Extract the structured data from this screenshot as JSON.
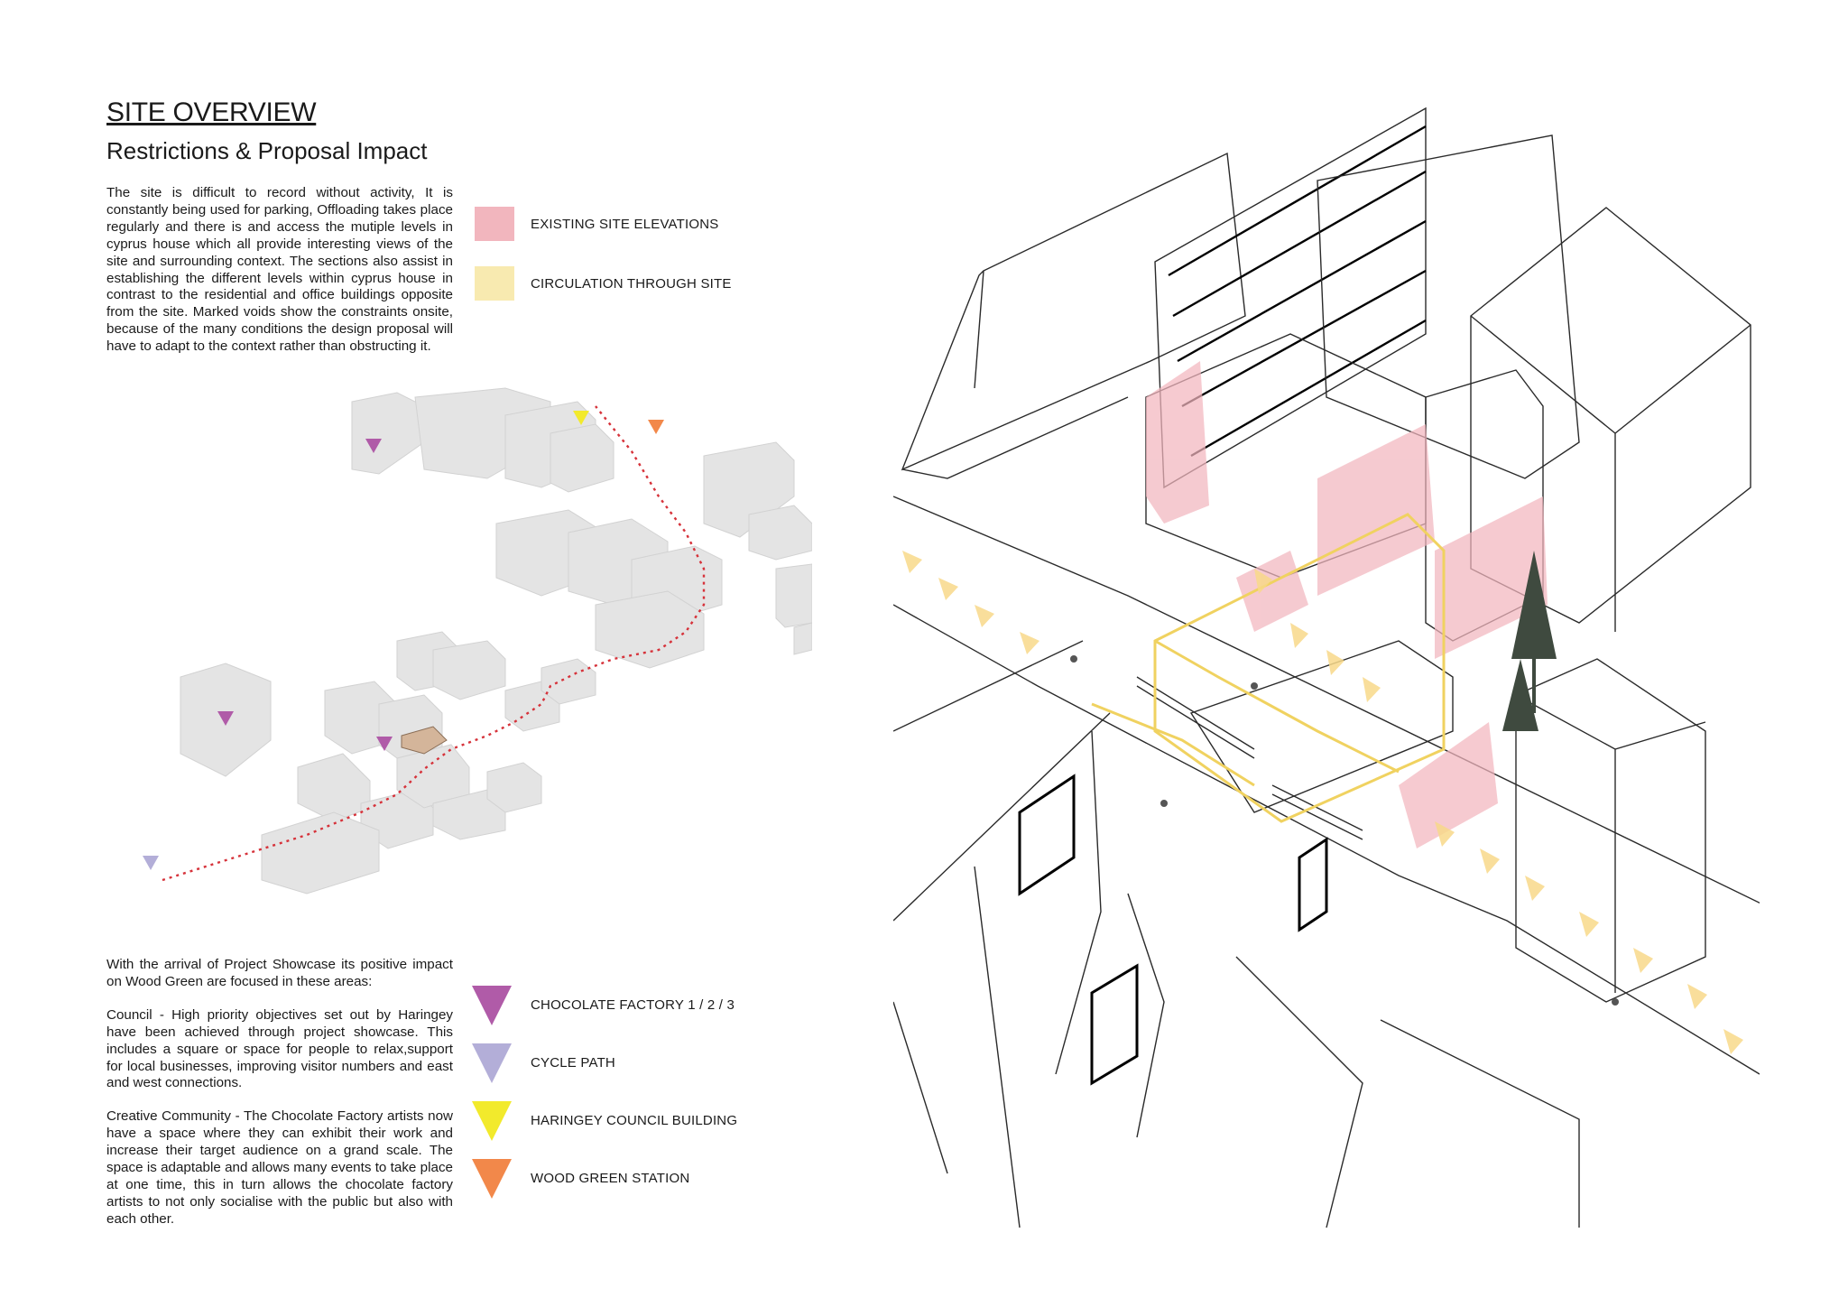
{
  "header": {
    "title": "SITE OVERVIEW",
    "subtitle": "Restrictions & Proposal Impact"
  },
  "intro": {
    "text": "The site is difficult to record without activity, It is constantly being used for parking, Offloading takes place regularly and there is and access the mutiple levels in cyprus house which all provide interesting views of the site and surrounding context. The sections also assist in establishing the different levels within cyprus house in contrast to the residential and office buildings opposite from the site. Marked voids show the constraints onsite, because of the many conditions the design proposal will have to adapt to the context rather than obstructing it."
  },
  "site_legend": {
    "items": [
      {
        "label": "EXISTING SITE ELEVATIONS",
        "color": "#f2b6be"
      },
      {
        "label": "CIRCULATION THROUGH SITE",
        "color": "#f8eab0"
      }
    ]
  },
  "impact": {
    "intro": "With the arrival of Project Showcase its positive impact on Wood Green are focused in these areas:",
    "council": "Council - High priority objectives set out by Haringey have been achieved through project showcase. This includes a square or space for people to relax,support for local businesses, improving visitor numbers and east and west connections.",
    "creative": "Creative Community - The Chocolate Factory artists now have a space where they can exhibit their work and increase their target audience on a grand scale. The space is adaptable and allows many events to take place at one time, this in turn allows the chocolate factory artists to not only socialise with the public but also with each other."
  },
  "marker_legend": {
    "items": [
      {
        "label": "CHOCOLATE FACTORY 1 / 2 / 3",
        "color": "#b05ba8",
        "icon": "triangle-down-icon"
      },
      {
        "label": "CYCLE PATH",
        "color": "#b3aed8",
        "icon": "triangle-down-icon"
      },
      {
        "label": "HARINGEY COUNCIL BUILDING",
        "color": "#f2ea2c",
        "icon": "triangle-down-icon"
      },
      {
        "label": "WOOD GREEN STATION",
        "color": "#f2884a",
        "icon": "triangle-down-icon"
      }
    ]
  },
  "colors": {
    "route": "#d6323a",
    "building": "#e2e2e2",
    "elevation": "#f2b6be",
    "circulation": "#f8d98a"
  }
}
